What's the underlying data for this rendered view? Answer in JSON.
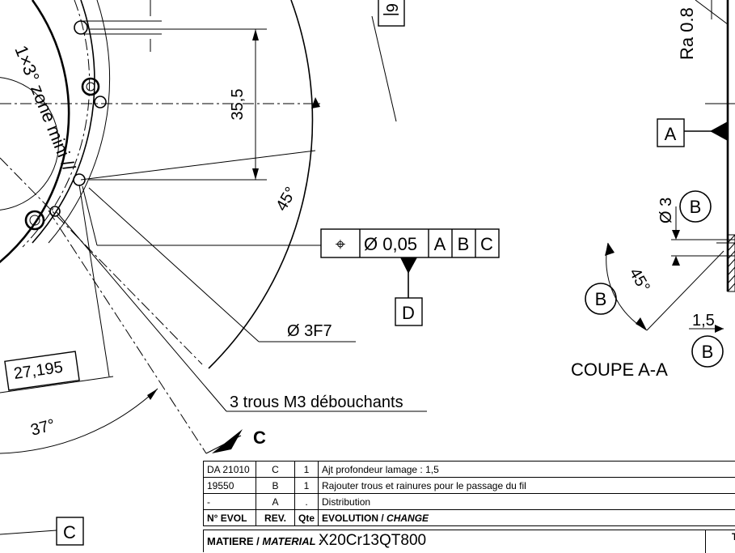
{
  "labels": {
    "circle_note": "1×3° zone mini //",
    "dim_35_5": "35,5",
    "angle_45": "45°",
    "diameter_3f7": "Ø 3F7",
    "dim_27_195": "27,195",
    "angle_37": "37°",
    "holes_note": "3 trous M3 débouchants",
    "view_c": "C",
    "datum_c": "C",
    "top_box_partial": "6|",
    "roughness": "Ra 0.8",
    "datum_a": "A",
    "diameter_3": "Ø 3",
    "detail_b1": "B",
    "detail_b2": "B",
    "detail_b3": "B",
    "angle_45b": "45°",
    "dim_1_5": "1,5",
    "section_title": "COUPE A-A",
    "datum_d": "D"
  },
  "fcf": {
    "symbol": "⌖",
    "tolerance": "Ø 0,05",
    "datums": [
      "A",
      "B",
      "C"
    ]
  },
  "revision_table": {
    "rows": [
      {
        "evol": "DA 21010",
        "rev": "C",
        "qty": "1",
        "text": "Ajt profondeur lamage : 1,5"
      },
      {
        "evol": "19550",
        "rev": "B",
        "qty": "1",
        "text": "Rajouter trous et rainures pour le passage du fil"
      },
      {
        "evol": "-",
        "rev": "A",
        "qty": ".",
        "text": "Distribution"
      }
    ],
    "header": {
      "evol": "N° EVOL",
      "rev": "REV.",
      "qty": "Qte",
      "text": "EVOLUTION /",
      "text_en": "CHANGE"
    }
  },
  "material": {
    "label": "MATIERE /",
    "label_en": "MATERIAL :",
    "value": "X20Cr13QT800",
    "corner": "T"
  }
}
